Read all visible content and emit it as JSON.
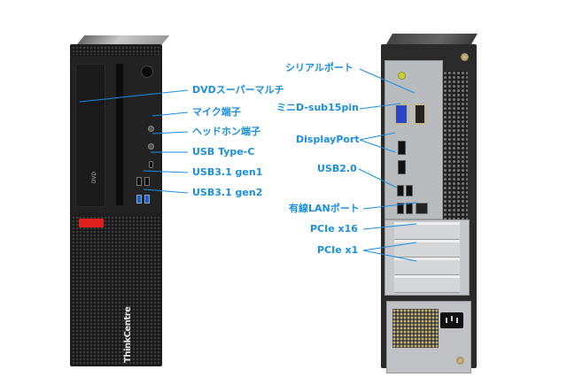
{
  "image": {
    "subject": "Lenovo ThinkCentre desktop PC, front and rear views with port callouts",
    "accent_color": "#1a8fe0"
  },
  "front": {
    "brand": "ThinkCentre",
    "labels": [
      {
        "id": "dvd",
        "text": "DVDスーパーマルチ"
      },
      {
        "id": "mic",
        "text": "マイク端子"
      },
      {
        "id": "headphone",
        "text": "ヘッドホン端子"
      },
      {
        "id": "usb-type-c",
        "text": "USB Type-C"
      },
      {
        "id": "usb31-gen1",
        "text": "USB3.1 gen1"
      },
      {
        "id": "usb31-gen2",
        "text": "USB3.1 gen2"
      }
    ]
  },
  "rear": {
    "labels": [
      {
        "id": "serial",
        "text": "シリアルポート"
      },
      {
        "id": "mini-dsub",
        "text": "ミニD-sub15pin"
      },
      {
        "id": "displayport",
        "text": "DisplayPort"
      },
      {
        "id": "usb20",
        "text": "USB2.0"
      },
      {
        "id": "lan",
        "text": "有線LANポート"
      },
      {
        "id": "pcie-x16",
        "text": "PCIe x16"
      },
      {
        "id": "pcie-x1",
        "text": "PCIe x1"
      }
    ]
  }
}
